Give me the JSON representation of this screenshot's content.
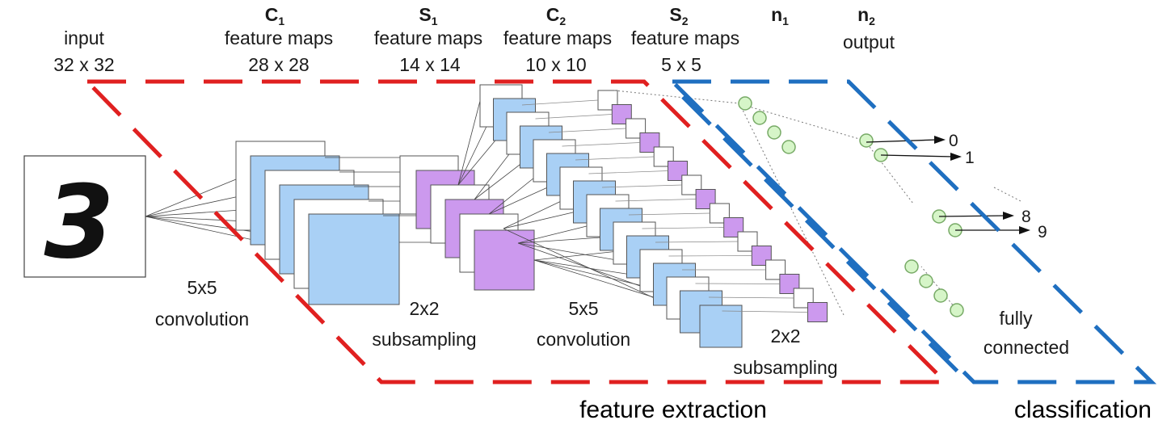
{
  "title": "",
  "layers": {
    "input": {
      "name": "input",
      "size": "32 x 32"
    },
    "c1": {
      "symbol": "C",
      "index": "1",
      "name": "feature maps",
      "size": "28 x 28"
    },
    "s1": {
      "symbol": "S",
      "index": "1",
      "name": "feature maps",
      "size": "14 x 14"
    },
    "c2": {
      "symbol": "C",
      "index": "2",
      "name": "feature maps",
      "size": "10 x 10"
    },
    "s2": {
      "symbol": "S",
      "index": "2",
      "name": "feature maps",
      "size": "5 x 5"
    },
    "n1": {
      "symbol": "n",
      "index": "1"
    },
    "n2": {
      "symbol": "n",
      "index": "2",
      "name": "output"
    }
  },
  "operations": {
    "conv1": {
      "line1": "5x5",
      "line2": "convolution"
    },
    "sub1": {
      "line1": "2x2",
      "line2": "subsampling"
    },
    "conv2": {
      "line1": "5x5",
      "line2": "convolution"
    },
    "sub2": {
      "line1": "2x2",
      "line2": "subsampling"
    },
    "fc": {
      "line1": "fully",
      "line2": "connected"
    }
  },
  "input_digit": "3",
  "outputs": [
    "0",
    "1",
    "8",
    "9"
  ],
  "stages": {
    "feature_extraction": "feature extraction",
    "classification": "classification"
  },
  "colors": {
    "feature_extraction_region": "#e02020",
    "classification_region": "#1f6fc0",
    "conv_map": "#a9d0f5",
    "subsample_map": "#cc99ee",
    "neuron": "#d6f5c8"
  }
}
